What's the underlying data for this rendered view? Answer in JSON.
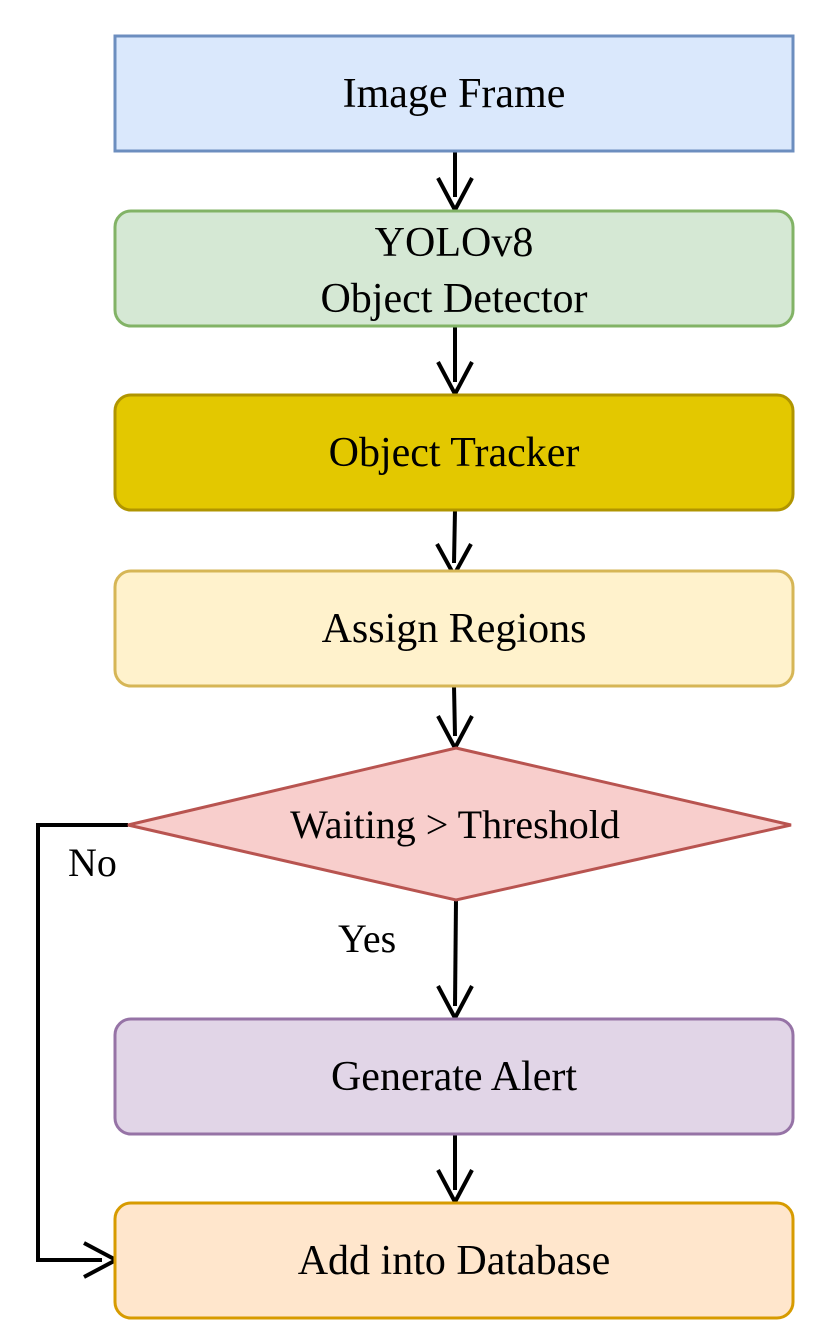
{
  "nodes": {
    "image_frame": {
      "label": "Image Frame",
      "fill": "#dae8fc",
      "stroke": "#6c8ebf"
    },
    "detector": {
      "line1": "YOLOv8",
      "line2": "Object Detector",
      "fill": "#d5e8d4",
      "stroke": "#82b366"
    },
    "tracker": {
      "label": "Object Tracker",
      "fill": "#e3c800",
      "stroke": "#b09500"
    },
    "assign_regions": {
      "label": "Assign Regions",
      "fill": "#fff2cc",
      "stroke": "#d6b656"
    },
    "decision": {
      "label": "Waiting > Threshold",
      "fill": "#f8cecc",
      "stroke": "#b85450"
    },
    "generate_alert": {
      "label": "Generate Alert",
      "fill": "#e1d5e7",
      "stroke": "#9673a6"
    },
    "add_database": {
      "label": "Add into Database",
      "fill": "#ffe6cc",
      "stroke": "#d79b00"
    }
  },
  "edges": {
    "yes_label": "Yes",
    "no_label": "No"
  }
}
